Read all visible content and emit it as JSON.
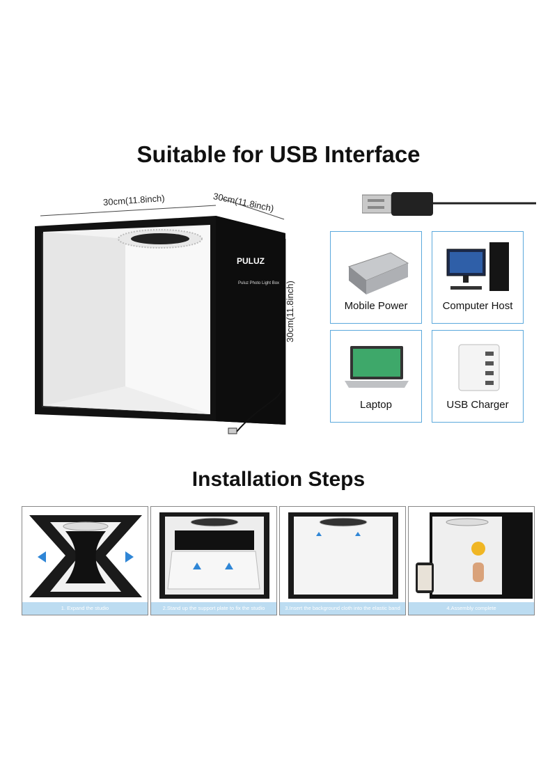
{
  "headings": {
    "interface": "Suitable for USB Interface",
    "steps": "Installation Steps"
  },
  "dimensions": {
    "width": "30cm(11.8inch)",
    "depth": "30cm(11.8inch)",
    "height": "30cm(11.8inch)"
  },
  "product": {
    "brand": "PULUZ",
    "label": "Puluz Photo Light Box"
  },
  "devices": [
    {
      "label": "Mobile Power",
      "icon": "power-bank-icon"
    },
    {
      "label": "Computer Host",
      "icon": "desktop-computer-icon"
    },
    {
      "label": "Laptop",
      "icon": "laptop-icon"
    },
    {
      "label": "USB Charger",
      "icon": "usb-charger-icon"
    }
  ],
  "steps": [
    {
      "caption": "1. Expand the studio"
    },
    {
      "caption": "2.Stand up the support plate to fix the studio"
    },
    {
      "caption": "3.Insert the background cloth into the elastic band"
    },
    {
      "caption": "4.Assembly complete"
    }
  ],
  "colors": {
    "card_border": "#5aa8dc",
    "caption_bg": "#bcdcf1",
    "arrow_blue": "#2f86d6"
  }
}
